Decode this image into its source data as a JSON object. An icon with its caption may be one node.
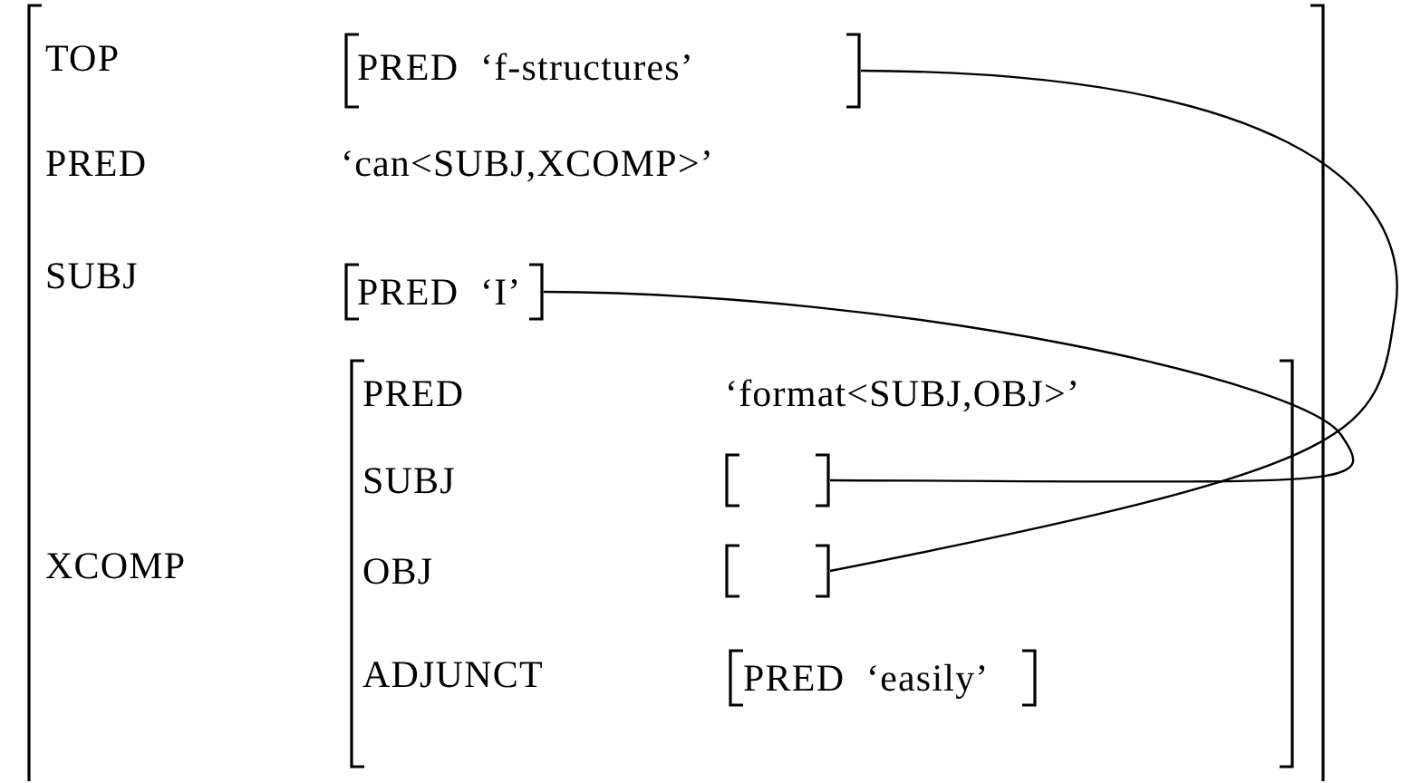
{
  "diagram": {
    "nodes": [
      {
        "text": [
          "TOP",
          "PRED",
          "‘can<SUBJ,XCOMP>’",
          "SUBJ",
          "XCOMP"
        ]
      },
      {
        "text": [
          "PRED",
          "‘f-structures’"
        ],
        "in": 0
      },
      {
        "text": [
          "PRED",
          "‘I’"
        ],
        "in": 0
      },
      {
        "text": [
          "PRED",
          "‘format<SUBJ,OBJ>’",
          "SUBJ",
          "OBJ",
          "ADJUNCT"
        ],
        "in": 0
      },
      {
        "text": [],
        "shape": "box",
        "in": 3
      },
      {
        "text": [],
        "shape": "box",
        "in": 3
      },
      {
        "text": [
          "PRED",
          "‘easily’"
        ],
        "in": 3
      }
    ],
    "edges": [
      {
        "from": 1,
        "to": 5,
        "arrow": "none"
      },
      {
        "from": 2,
        "to": 4,
        "arrow": "none"
      }
    ]
  }
}
